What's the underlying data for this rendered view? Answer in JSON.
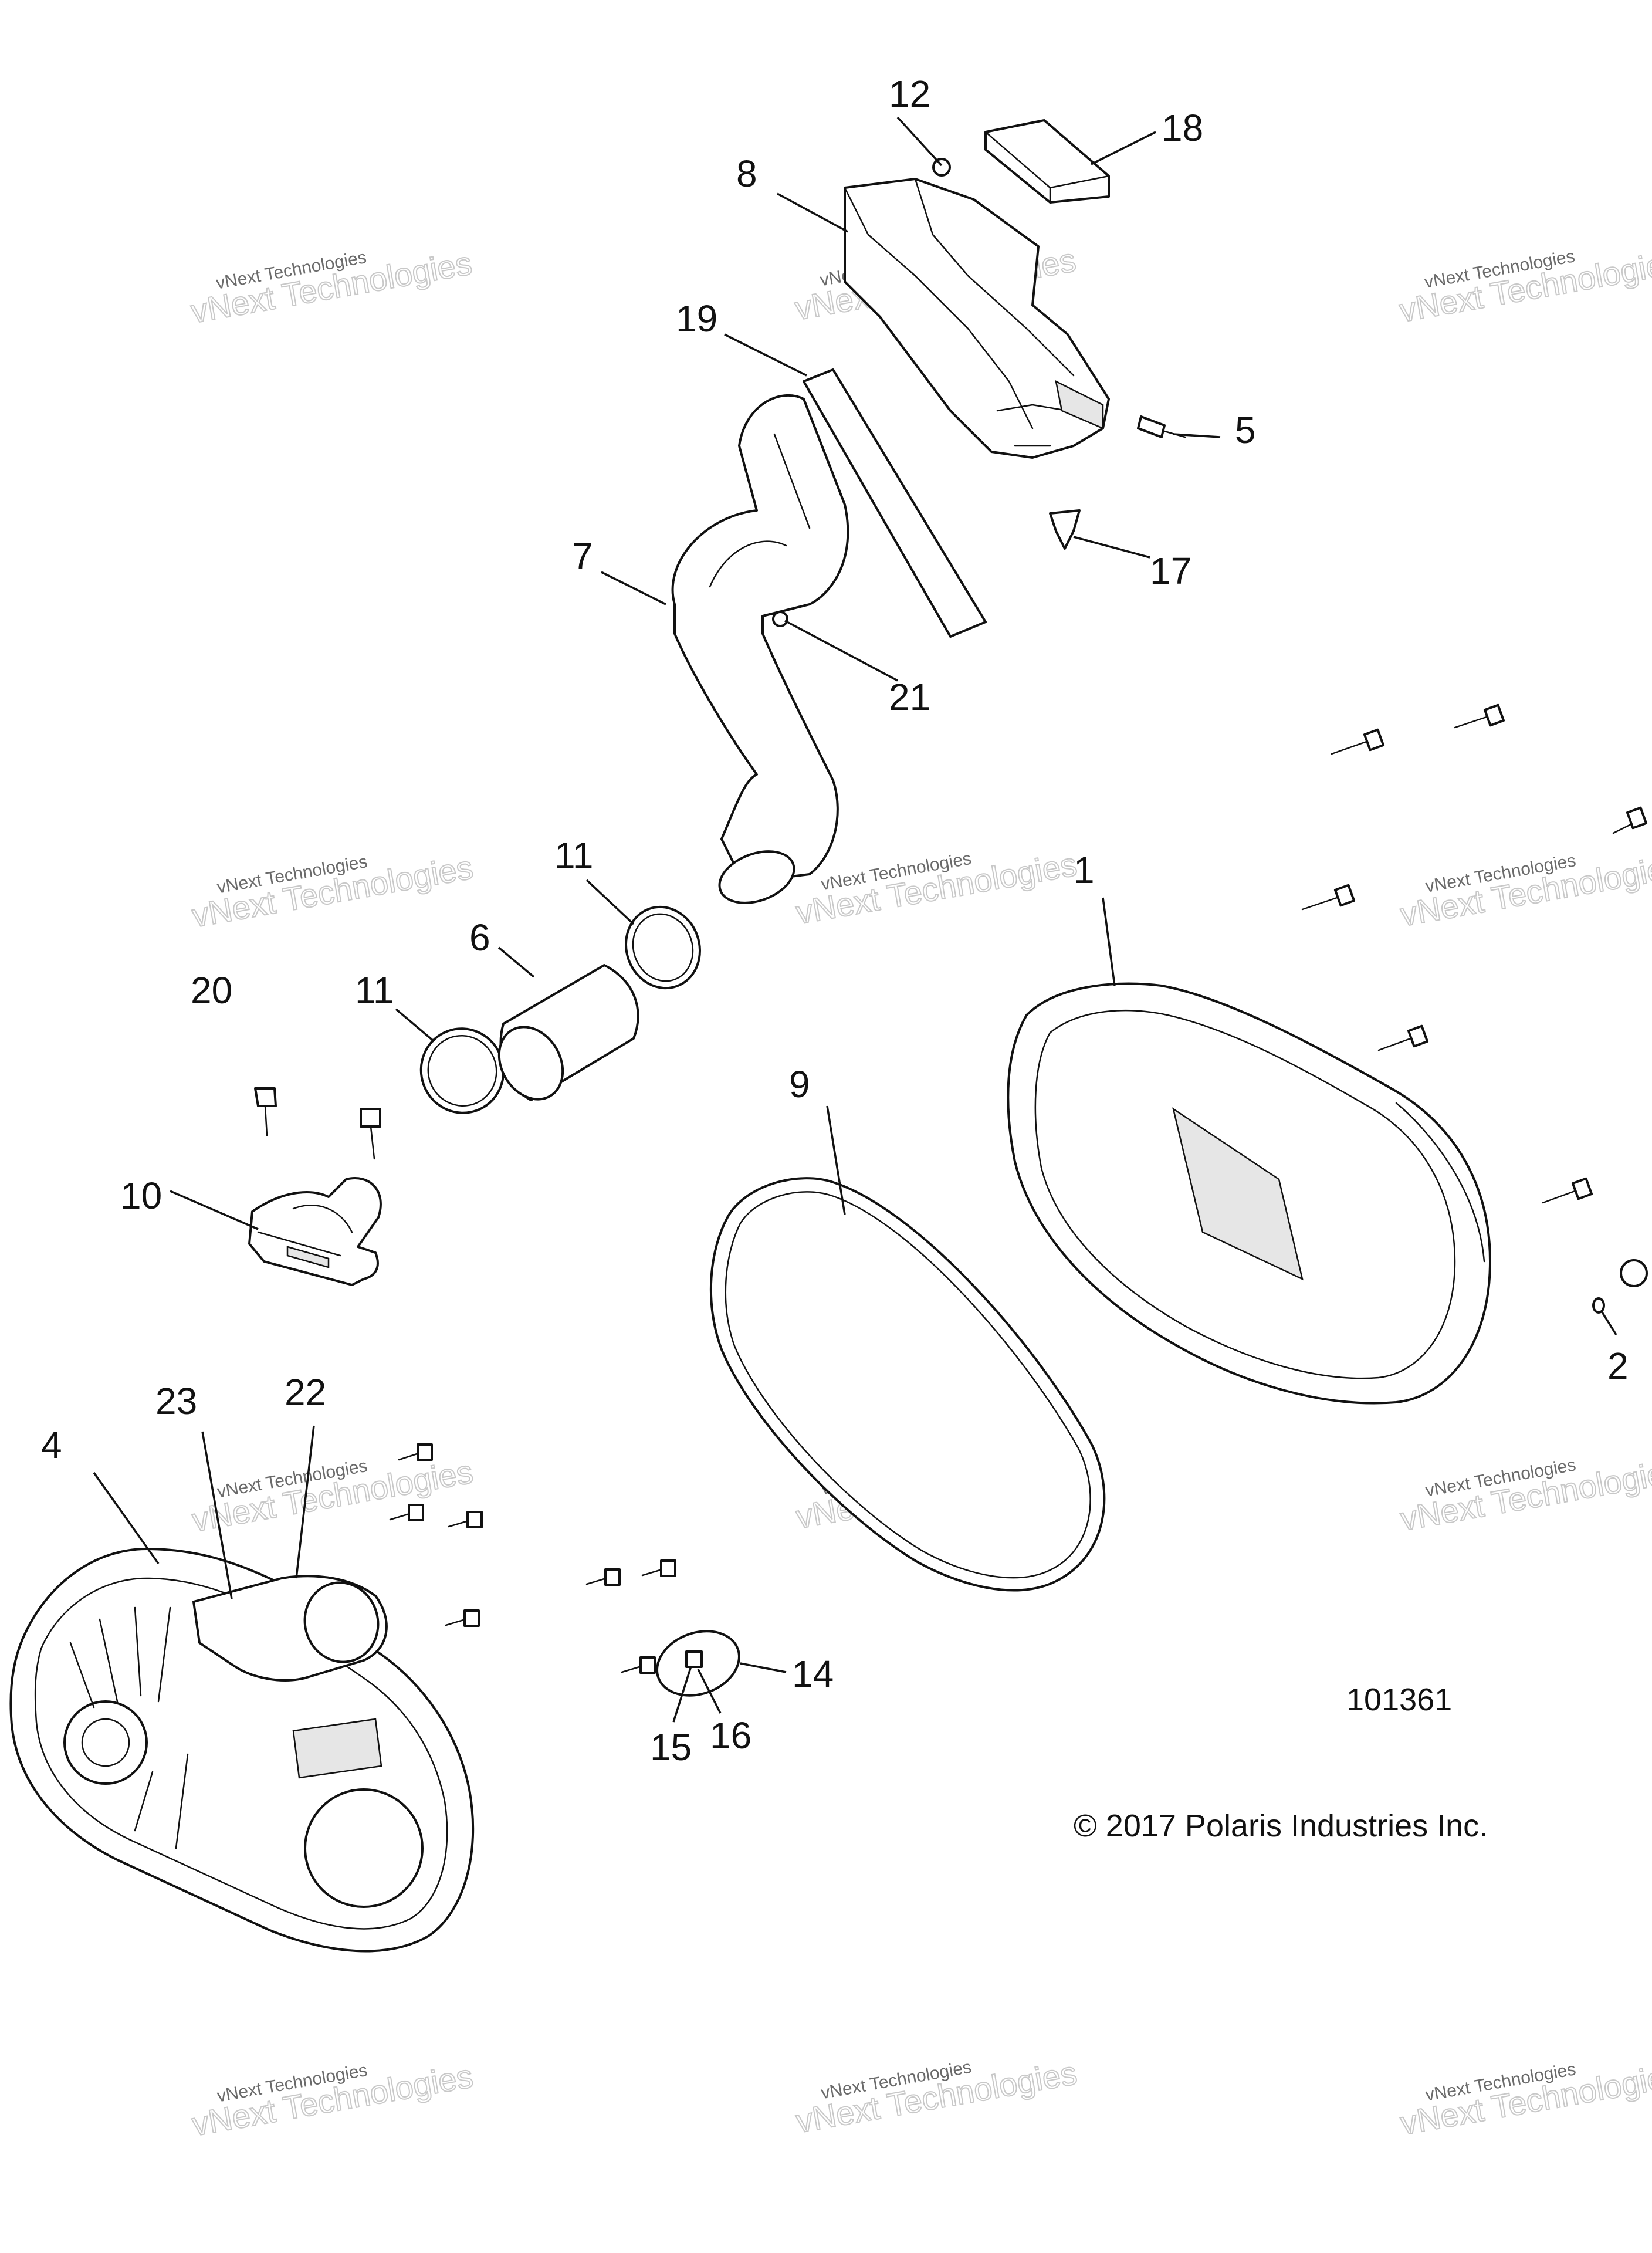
{
  "figure_number": "101361",
  "copyright": "© 2017 Polaris Industries Inc.",
  "watermark": {
    "line1": "vNext Technologies",
    "line2": "vNext Technologies"
  },
  "callouts": [
    "1",
    "2",
    "4",
    "5",
    "6",
    "7",
    "8",
    "9",
    "10",
    "11",
    "11",
    "12",
    "14",
    "15",
    "16",
    "17",
    "18",
    "19",
    "20",
    "21",
    "22",
    "23"
  ]
}
